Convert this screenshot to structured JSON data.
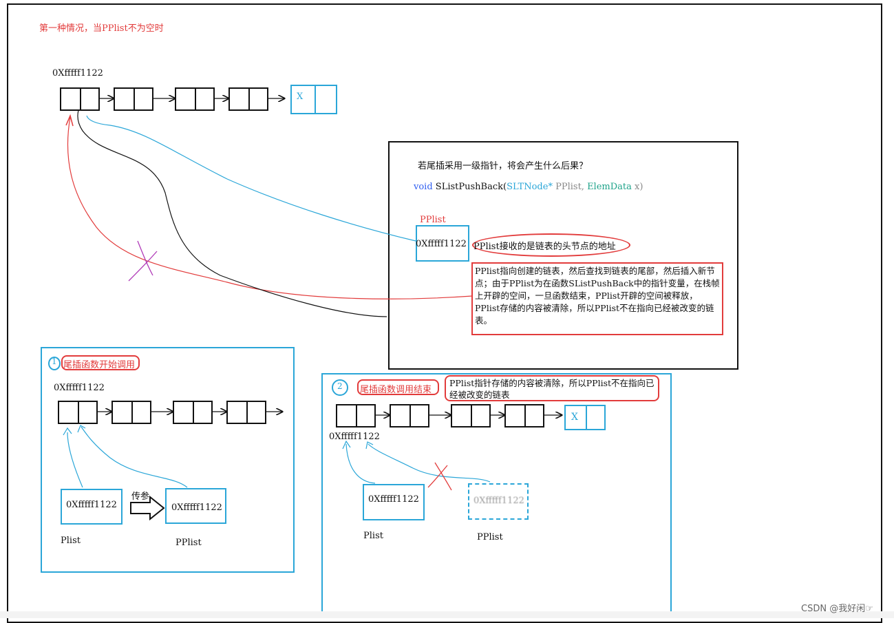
{
  "heading": "第一种情况，当PPlist不为空时",
  "top_address": "0Xfffff1122",
  "top_x": "X",
  "memo": {
    "question": "若尾插采用一级指针，将会产生什么后果？",
    "code": {
      "kw": "void",
      "fn": " SListPushBack(",
      "type": "SLTNode*",
      "arg1": "  PPlist, ",
      "type2": "ElemData",
      "arg2": " x)"
    },
    "pplist_label": "PPlist",
    "pplist_addr": "0Xfffff1122",
    "receives_note": "PPlist接收的是链表的头节点的地址",
    "explanation": "PPlist指向创建的链表，然后查找到链表的尾部，然后插入新节点；由于PPlist为在函数SListPushBack中的指针变量，在栈帧上开辟的空间，一旦函数结束，PPlist开辟的空间被释放，PPlist存储的内容被清除，所以PPlist不在指向已经被改变的链表。"
  },
  "panel1": {
    "num": "1",
    "title": "尾插函数开始调用",
    "address": "0Xfffff1122",
    "plist_value": "0Xfffff1122",
    "pplist_value": "0Xfffff1122",
    "arrow_label": "传参",
    "plist_label": "Plist",
    "pplist_label": "PPlist"
  },
  "panel2": {
    "num": "2",
    "title": "尾插函数调用结束",
    "note": "PPlist指针存储的内容被清除，所以PPlist不在指向已经被改变的链表",
    "address": "0Xfffff1122",
    "x_label": "X",
    "plist_value": "0Xfffff1122",
    "pplist_value": "0Xfffff1122",
    "plist_label": "Plist",
    "pplist_label": "PPlist"
  },
  "watermark": "CSDN @我好闲☞",
  "colors": {
    "red": "#e23b3b",
    "blue": "#2aa6d8",
    "black": "#111111",
    "purple": "#b03ab8"
  }
}
